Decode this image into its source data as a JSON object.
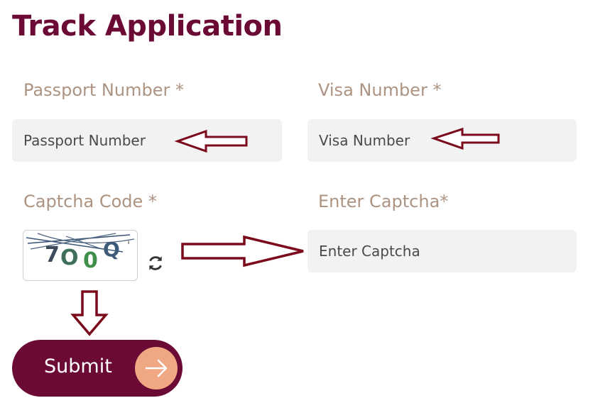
{
  "page": {
    "title": "Track Application"
  },
  "form": {
    "passport": {
      "label": "Passport Number *",
      "placeholder": "Passport Number",
      "value": ""
    },
    "visa": {
      "label": "Visa Number *",
      "placeholder": "Visa Number",
      "value": ""
    },
    "captcha_code": {
      "label": "Captcha Code *",
      "image_text": "7O0Q",
      "refresh_icon": "refresh-icon"
    },
    "captcha_entry": {
      "label": "Enter Captcha*",
      "placeholder": "Enter Captcha",
      "value": ""
    },
    "submit": {
      "label": "Submit",
      "icon": "arrow-right-icon"
    }
  },
  "colors": {
    "brand": "#6b0b35",
    "label": "#ad9482",
    "field_bg": "#f2f2f2",
    "submit_circle": "#f0a884",
    "annotation_arrow": "#7a0a1c"
  }
}
